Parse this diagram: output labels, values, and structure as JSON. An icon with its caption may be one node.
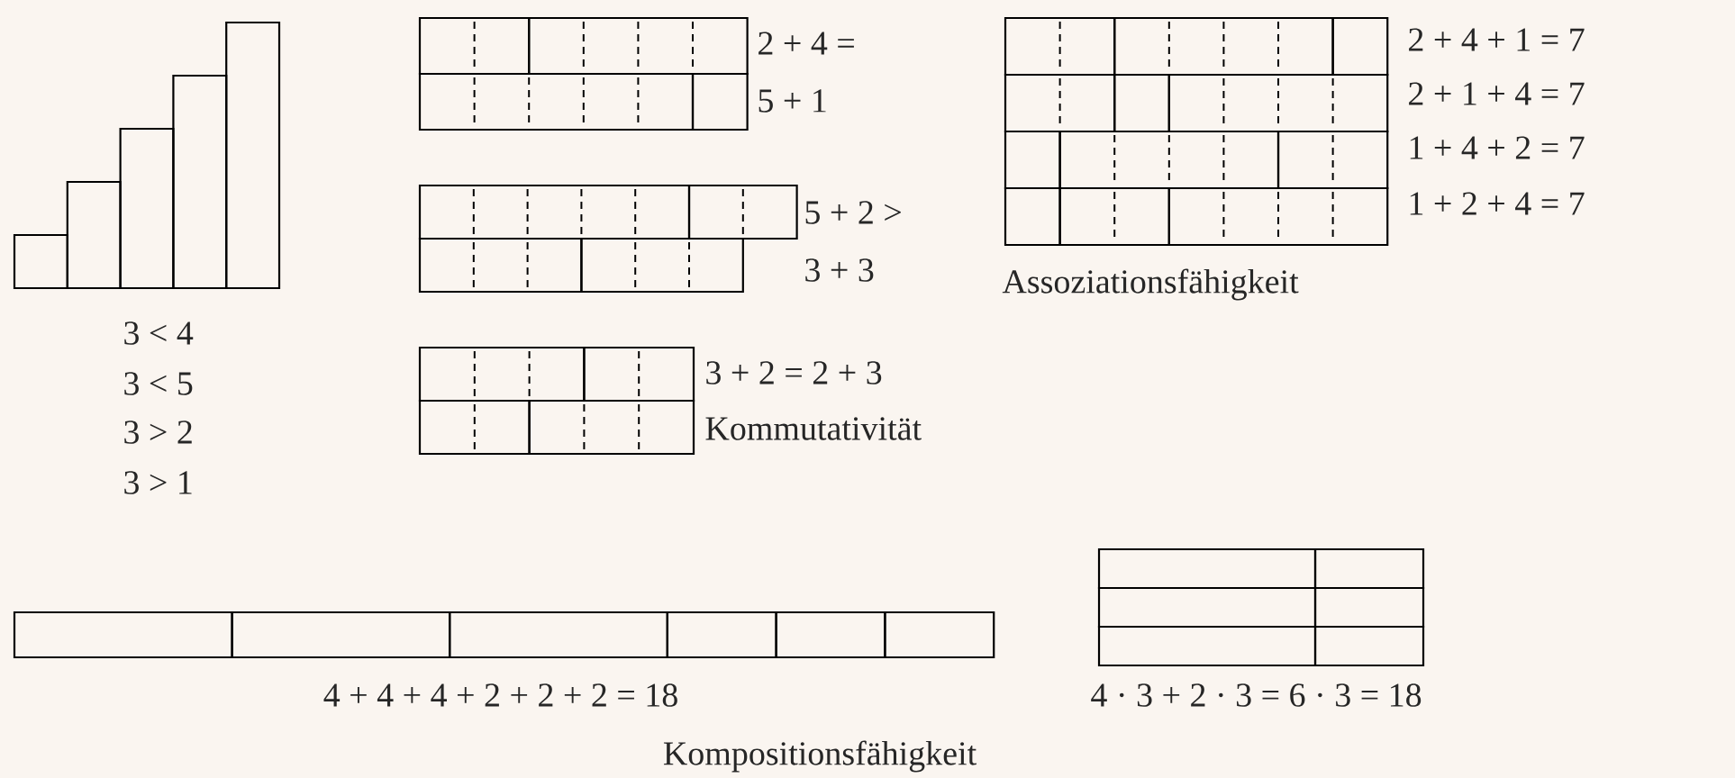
{
  "diagram": {
    "labels": [
      "2 + 4 =",
      "5 + 1",
      "2 + 4 + 1 = 7",
      "2 + 1 + 4 = 7",
      "1 + 4 + 2 = 7",
      "1 + 2 + 4 = 7",
      "5 + 2 >",
      "3 + 3",
      "Assoziationsfähigkeit",
      "3 < 4",
      "3 < 5",
      "3 > 2",
      "3 > 1",
      "3 + 2 = 2 + 3",
      "Kommutativität",
      "4 + 4 + 4 + 2 + 2 + 2 = 18",
      "4 · 3 + 2 · 3 = 6 · 3 = 18",
      "Kompositionsfähigkeit"
    ]
  }
}
